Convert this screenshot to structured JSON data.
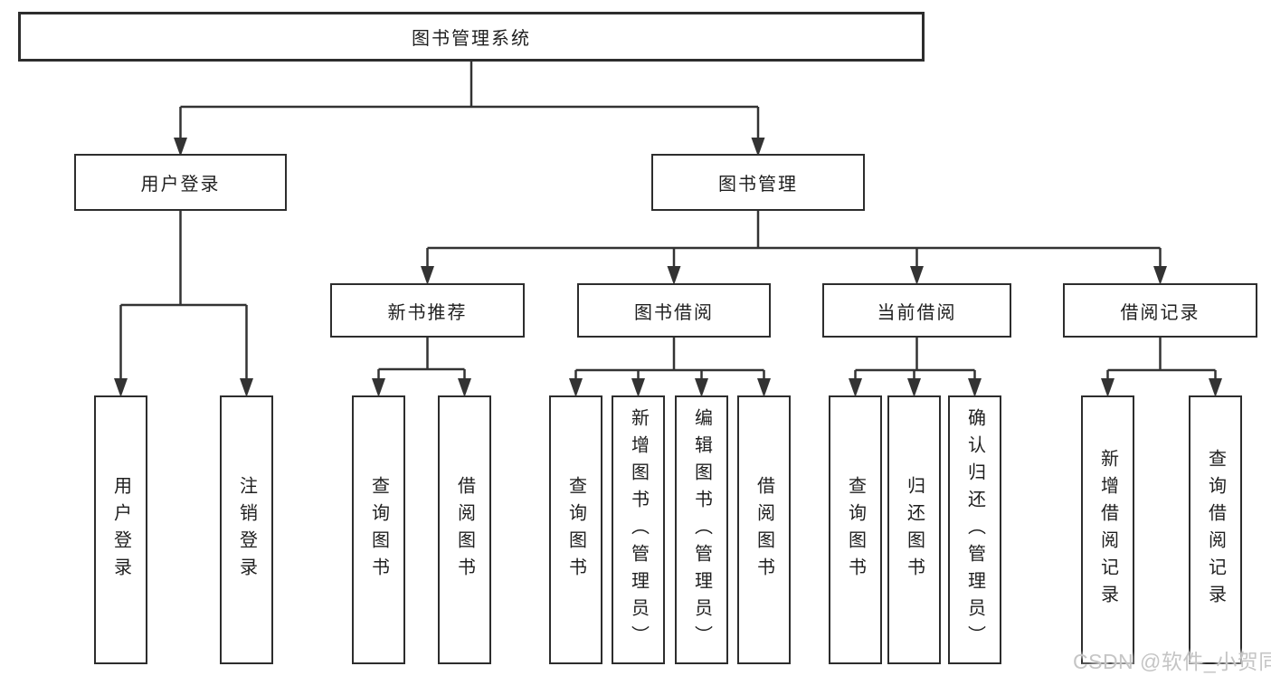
{
  "diagram": {
    "root": "图书管理系统",
    "branches": [
      {
        "label": "用户登录",
        "children": [
          "用户登录",
          "注销登录"
        ]
      },
      {
        "label": "图书管理",
        "groups": [
          {
            "label": "新书推荐",
            "children": [
              "查询图书",
              "借阅图书"
            ]
          },
          {
            "label": "图书借阅",
            "children": [
              "查询图书",
              "新增图书（管理员）",
              "编辑图书（管理员）",
              "借阅图书"
            ]
          },
          {
            "label": "当前借阅",
            "children": [
              "查询图书",
              "归还图书",
              "确认归还（管理员）"
            ]
          },
          {
            "label": "借阅记录",
            "children": [
              "新增借阅记录",
              "查询借阅记录"
            ]
          }
        ]
      }
    ]
  },
  "watermark": "CSDN @软件_小贺同学",
  "colors": {
    "line": "#333333",
    "box_border": "#2d2d2d",
    "text": "#1f1f1f",
    "watermark": "#c5c5c5",
    "background": "#ffffff"
  }
}
